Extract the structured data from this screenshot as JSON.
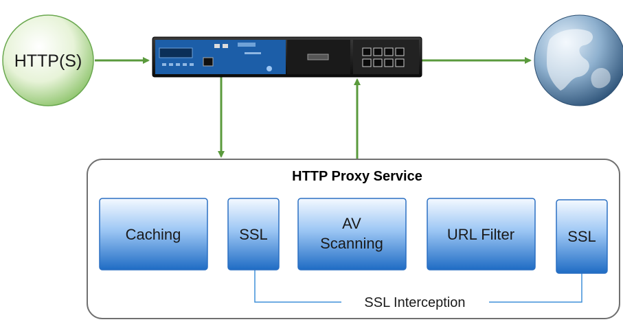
{
  "source_node": {
    "label": "HTTP(S)"
  },
  "proxy_service": {
    "title": "HTTP Proxy Service",
    "modules": {
      "caching": "Caching",
      "ssl_left": "SSL",
      "av_line1": "AV",
      "av_line2": "Scanning",
      "url_filter": "URL Filter",
      "ssl_right": "SSL"
    },
    "interception_label": "SSL Interception"
  },
  "colors": {
    "arrow": "#5a9a3c",
    "module_top": "#eaf3ff",
    "module_bottom": "#1f6cc4",
    "module_border": "#2a6fc2",
    "box_border": "#707070",
    "interception_line": "#3f8fd8"
  },
  "icons": {
    "device": "firewall-appliance-icon",
    "internet": "globe-icon"
  }
}
